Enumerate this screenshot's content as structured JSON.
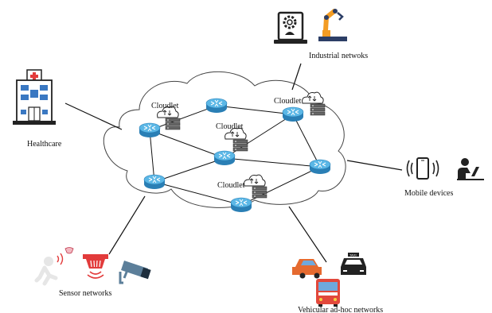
{
  "labels": {
    "industrial": "Industrial netwoks",
    "healthcare": "Healthcare",
    "mobile": "Mobile devices",
    "sensor": "Sensor networks",
    "vehicular": "Vehicular ad-hoc networks"
  },
  "cloudlets": [
    "Cloudlet",
    "Cloudlet",
    "Cloudlet",
    "Cloudlet"
  ],
  "taxi_sign": "TAXI",
  "colors": {
    "router": "#5bb7e6",
    "router_dark": "#2a7fb5",
    "red": "#e23b3b",
    "building": "#3a78c2",
    "dark": "#222222"
  }
}
